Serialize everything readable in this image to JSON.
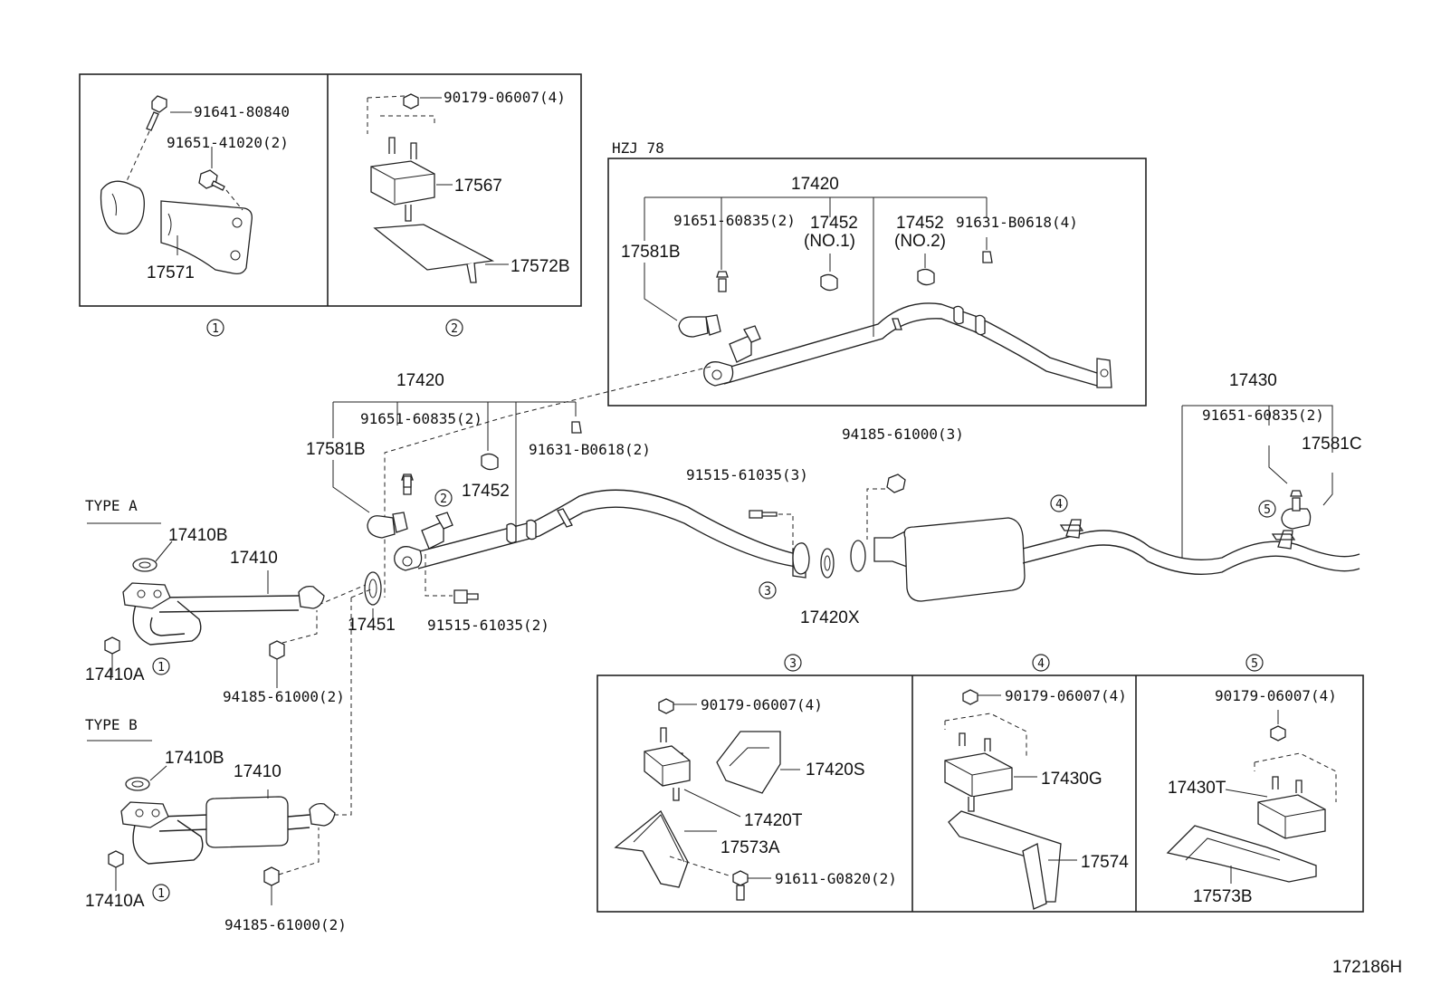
{
  "diagram_id": "172186H",
  "sections": {
    "hzj": "HZJ 78",
    "type_a": "TYPE A",
    "type_b": "TYPE B"
  },
  "callouts": [
    "1",
    "2",
    "3",
    "4",
    "5"
  ],
  "parts": {
    "p91641_80840": "91641-80840",
    "p91651_41020": "91651-41020(2)",
    "p17571": "17571",
    "p90179_06007_4": "90179-06007(4)",
    "p17567": "17567",
    "p17572B": "17572B",
    "p17420": "17420",
    "p91651_60835_2": "91651-60835(2)",
    "p17452": "17452",
    "p17452_no1": "(NO.1)",
    "p17452_no2": "(NO.2)",
    "p91631_B0618_4": "91631-B0618(4)",
    "p91631_B0618_2": "91631-B0618(2)",
    "p17581B": "17581B",
    "p17430": "17430",
    "p17581C": "17581C",
    "p94185_61000_3": "94185-61000(3)",
    "p91515_61035_3": "91515-61035(3)",
    "p91515_61035_2": "91515-61035(2)",
    "p17410B": "17410B",
    "p17410": "17410",
    "p17410A": "17410A",
    "p17451": "17451",
    "p17420X": "17420X",
    "p94185_61000_2": "94185-61000(2)",
    "p17420S": "17420S",
    "p17420T": "17420T",
    "p17573A": "17573A",
    "p91611_G0820_2": "91611-G0820(2)",
    "p17430G": "17430G",
    "p17574": "17574",
    "p17430T": "17430T",
    "p17573B": "17573B"
  }
}
